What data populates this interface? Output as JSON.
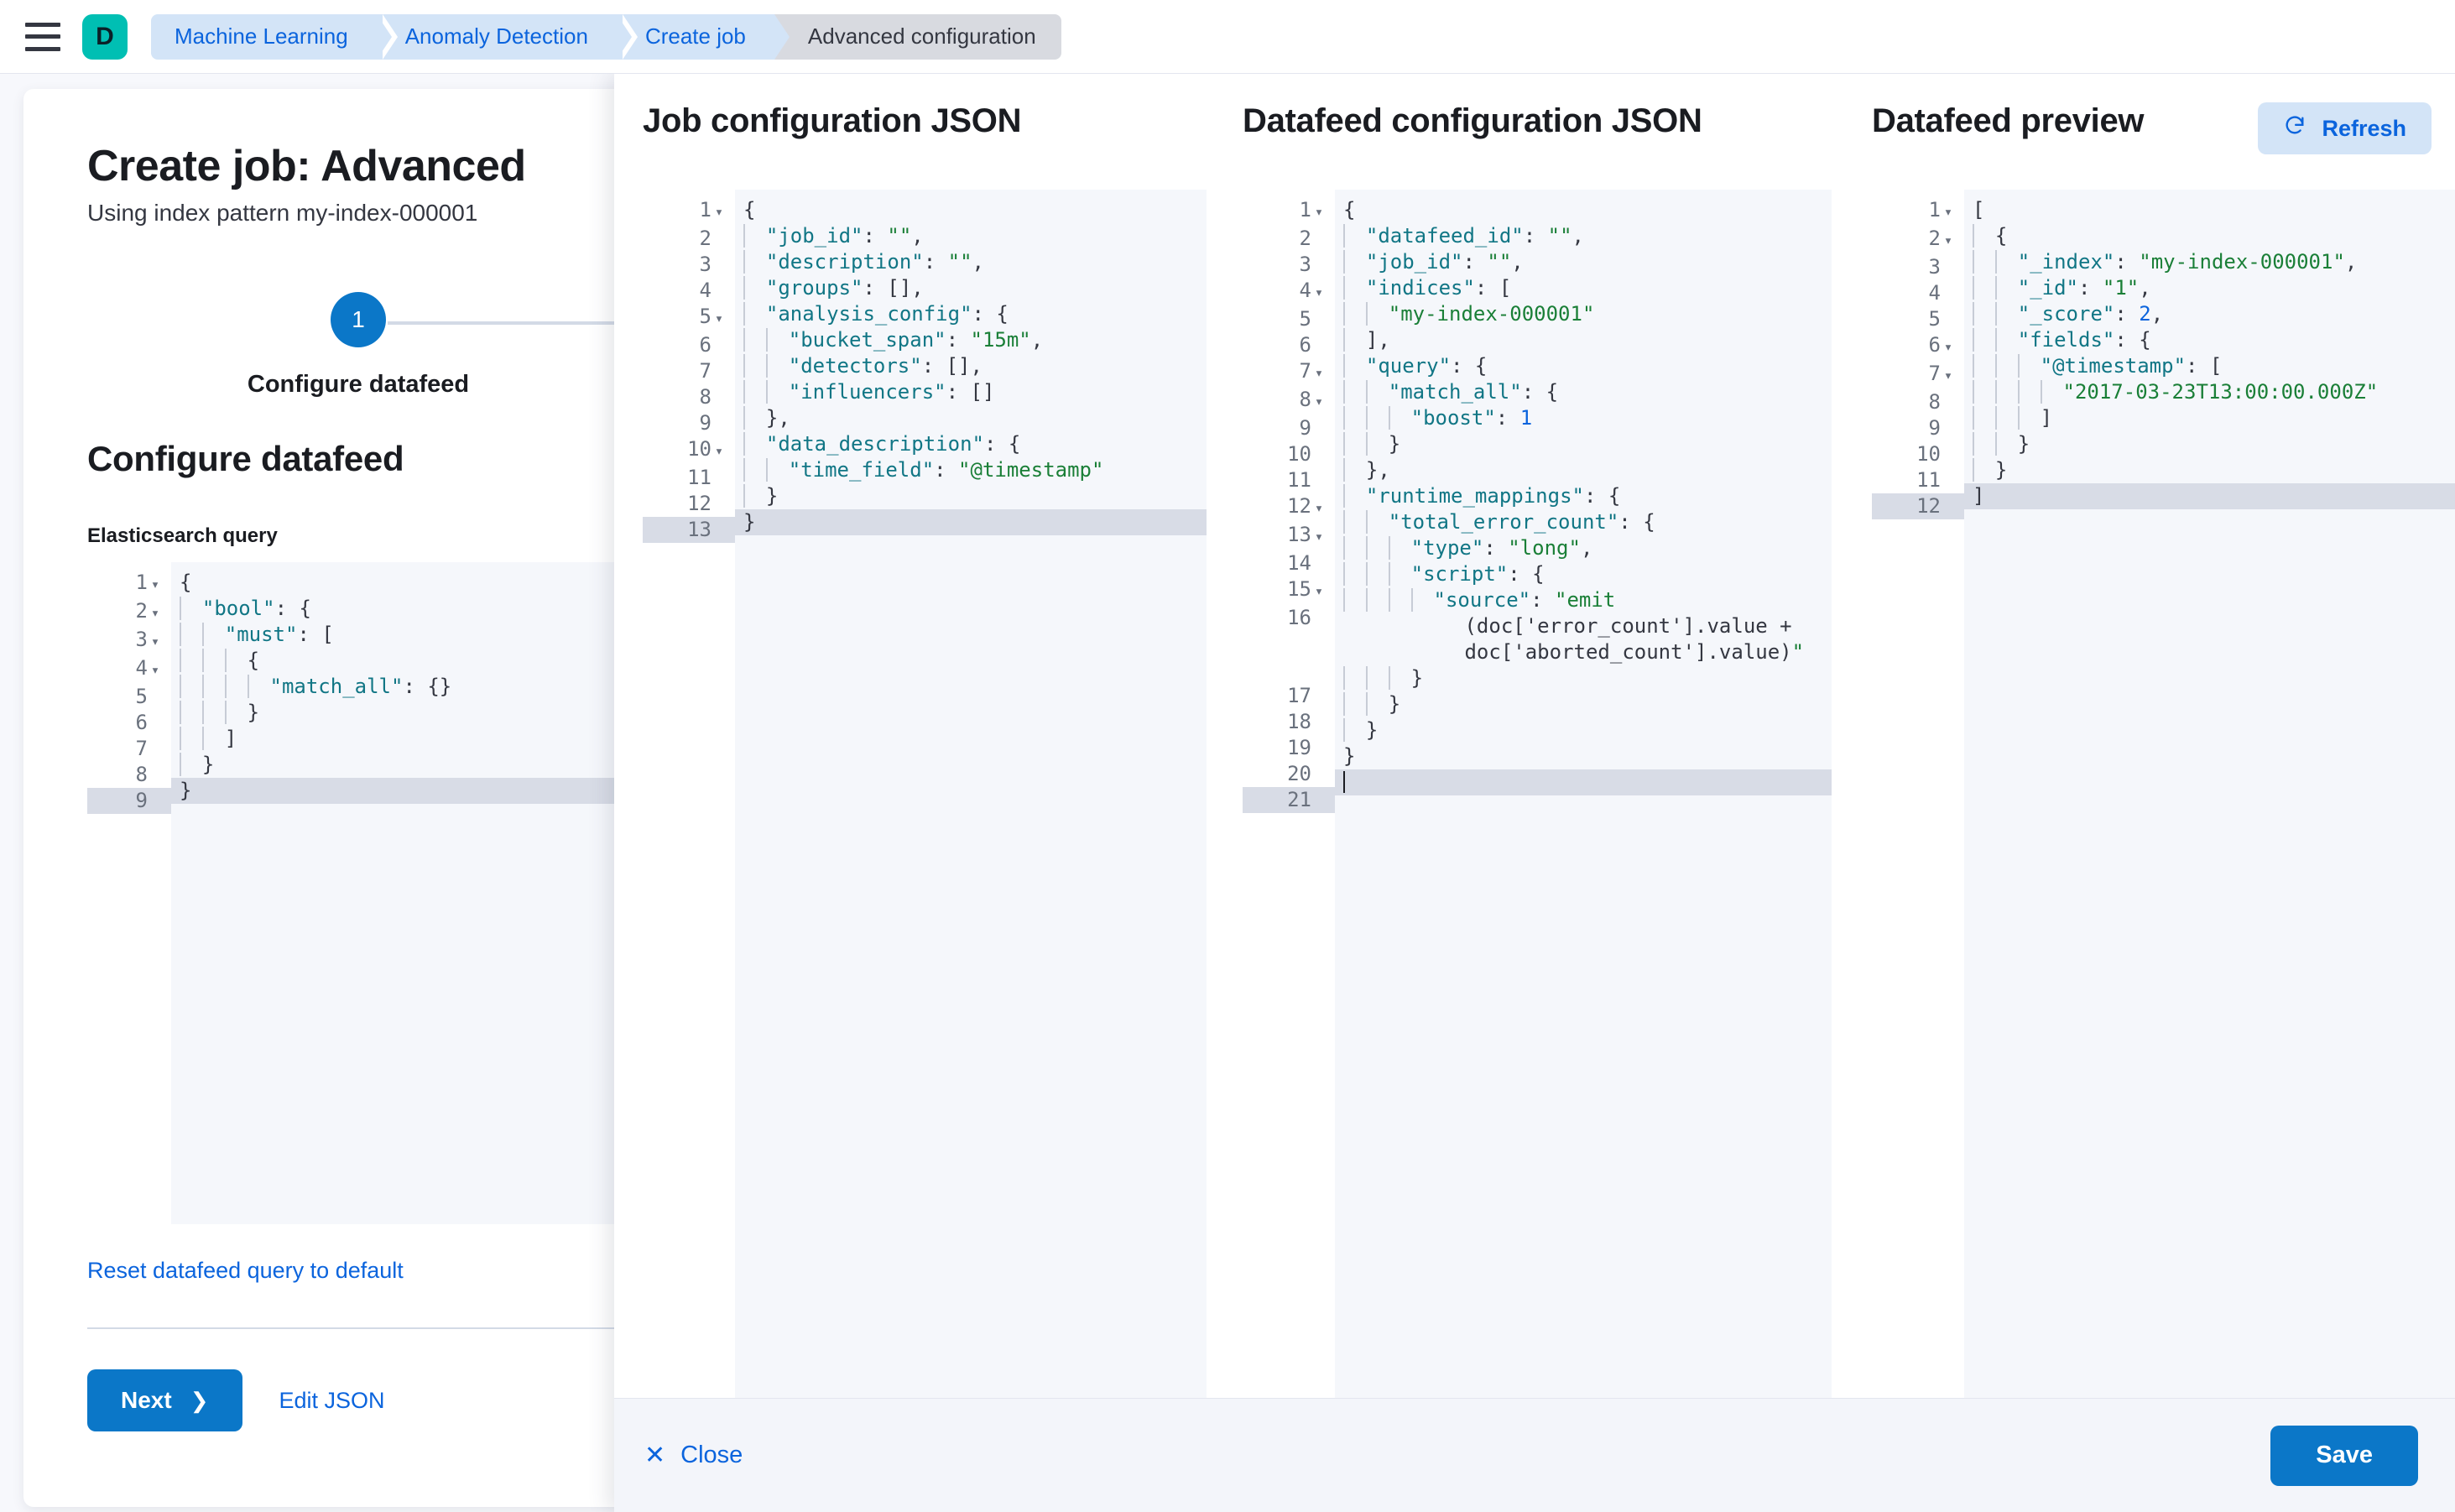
{
  "topbar": {
    "menu_icon": "hamburger-icon",
    "logo_letter": "D",
    "breadcrumbs": [
      {
        "label": "Machine Learning",
        "current": false
      },
      {
        "label": "Anomaly Detection",
        "current": false
      },
      {
        "label": "Create job",
        "current": false
      },
      {
        "label": "Advanced configuration",
        "current": true
      }
    ]
  },
  "page": {
    "title": "Create job: Advanced",
    "subtitle": "Using index pattern my-index-000001",
    "step_number": "1",
    "step_label": "Configure datafeed",
    "section_title": "Configure datafeed",
    "query_field_label": "Elasticsearch query",
    "reset_link": "Reset datafeed query to default",
    "next_label": "Next",
    "next_chevron": "chevron-right-icon",
    "edit_json_label": "Edit JSON",
    "query_lines": [
      {
        "n": "1",
        "fold": true,
        "active": false,
        "text": "{"
      },
      {
        "n": "2",
        "fold": true,
        "active": false,
        "text": "  \"bool\": {"
      },
      {
        "n": "3",
        "fold": true,
        "active": false,
        "text": "    \"must\": ["
      },
      {
        "n": "4",
        "fold": true,
        "active": false,
        "text": "      {"
      },
      {
        "n": "5",
        "fold": false,
        "active": false,
        "text": "        \"match_all\": {}"
      },
      {
        "n": "6",
        "fold": false,
        "active": false,
        "text": "      }"
      },
      {
        "n": "7",
        "fold": false,
        "active": false,
        "text": "    ]"
      },
      {
        "n": "8",
        "fold": false,
        "active": false,
        "text": "  }"
      },
      {
        "n": "9",
        "fold": false,
        "active": true,
        "text": "}"
      }
    ]
  },
  "flyout": {
    "columns": [
      {
        "id": "job-configuration-json",
        "title": "Job configuration JSON",
        "has_refresh": false,
        "lines": [
          {
            "n": "1",
            "fold": true,
            "active": false,
            "text": "{"
          },
          {
            "n": "2",
            "fold": false,
            "active": false,
            "text": "  \"job_id\": \"\","
          },
          {
            "n": "3",
            "fold": false,
            "active": false,
            "text": "  \"description\": \"\","
          },
          {
            "n": "4",
            "fold": false,
            "active": false,
            "text": "  \"groups\": [],"
          },
          {
            "n": "5",
            "fold": true,
            "active": false,
            "text": "  \"analysis_config\": {"
          },
          {
            "n": "6",
            "fold": false,
            "active": false,
            "text": "    \"bucket_span\": \"15m\","
          },
          {
            "n": "7",
            "fold": false,
            "active": false,
            "text": "    \"detectors\": [],"
          },
          {
            "n": "8",
            "fold": false,
            "active": false,
            "text": "    \"influencers\": []"
          },
          {
            "n": "9",
            "fold": false,
            "active": false,
            "text": "  },"
          },
          {
            "n": "10",
            "fold": true,
            "active": false,
            "text": "  \"data_description\": {"
          },
          {
            "n": "11",
            "fold": false,
            "active": false,
            "text": "    \"time_field\": \"@timestamp\""
          },
          {
            "n": "12",
            "fold": false,
            "active": false,
            "text": "  }"
          },
          {
            "n": "13",
            "fold": false,
            "active": true,
            "text": "}"
          }
        ]
      },
      {
        "id": "datafeed-configuration-json",
        "title": "Datafeed configuration JSON",
        "has_refresh": false,
        "lines": [
          {
            "n": "1",
            "fold": true,
            "active": false,
            "text": "{"
          },
          {
            "n": "2",
            "fold": false,
            "active": false,
            "text": "  \"datafeed_id\": \"\","
          },
          {
            "n": "3",
            "fold": false,
            "active": false,
            "text": "  \"job_id\": \"\","
          },
          {
            "n": "4",
            "fold": true,
            "active": false,
            "text": "  \"indices\": ["
          },
          {
            "n": "5",
            "fold": false,
            "active": false,
            "text": "    \"my-index-000001\""
          },
          {
            "n": "6",
            "fold": false,
            "active": false,
            "text": "  ],"
          },
          {
            "n": "7",
            "fold": true,
            "active": false,
            "text": "  \"query\": {"
          },
          {
            "n": "8",
            "fold": true,
            "active": false,
            "text": "    \"match_all\": {"
          },
          {
            "n": "9",
            "fold": false,
            "active": false,
            "text": "      \"boost\": 1"
          },
          {
            "n": "10",
            "fold": false,
            "active": false,
            "text": "    }"
          },
          {
            "n": "11",
            "fold": false,
            "active": false,
            "text": "  },"
          },
          {
            "n": "12",
            "fold": true,
            "active": false,
            "text": "  \"runtime_mappings\": {"
          },
          {
            "n": "13",
            "fold": true,
            "active": false,
            "text": "    \"total_error_count\": {"
          },
          {
            "n": "14",
            "fold": false,
            "active": false,
            "text": "      \"type\": \"long\","
          },
          {
            "n": "15",
            "fold": true,
            "active": false,
            "text": "      \"script\": {"
          },
          {
            "n": "16",
            "fold": false,
            "active": false,
            "text": "        \"source\": \"emit(doc['error_count'].value + doc['aborted_count'].value)\""
          },
          {
            "n": "17",
            "fold": false,
            "active": false,
            "text": "      }"
          },
          {
            "n": "18",
            "fold": false,
            "active": false,
            "text": "    }"
          },
          {
            "n": "19",
            "fold": false,
            "active": false,
            "text": "  }"
          },
          {
            "n": "20",
            "fold": false,
            "active": false,
            "text": "}"
          },
          {
            "n": "21",
            "fold": false,
            "active": true,
            "text": ""
          }
        ]
      },
      {
        "id": "datafeed-preview",
        "title": "Datafeed preview",
        "has_refresh": true,
        "refresh_label": "Refresh",
        "refresh_icon": "refresh-icon",
        "lines": [
          {
            "n": "1",
            "fold": true,
            "active": false,
            "text": "["
          },
          {
            "n": "2",
            "fold": true,
            "active": false,
            "text": "  {"
          },
          {
            "n": "3",
            "fold": false,
            "active": false,
            "text": "    \"_index\": \"my-index-000001\","
          },
          {
            "n": "4",
            "fold": false,
            "active": false,
            "text": "    \"_id\": \"1\","
          },
          {
            "n": "5",
            "fold": false,
            "active": false,
            "text": "    \"_score\": 2,"
          },
          {
            "n": "6",
            "fold": true,
            "active": false,
            "text": "    \"fields\": {"
          },
          {
            "n": "7",
            "fold": true,
            "active": false,
            "text": "      \"@timestamp\": ["
          },
          {
            "n": "8",
            "fold": false,
            "active": false,
            "text": "        \"2017-03-23T13:00:00.000Z\""
          },
          {
            "n": "9",
            "fold": false,
            "active": false,
            "text": "      ]"
          },
          {
            "n": "10",
            "fold": false,
            "active": false,
            "text": "    }"
          },
          {
            "n": "11",
            "fold": false,
            "active": false,
            "text": "  }"
          },
          {
            "n": "12",
            "fold": false,
            "active": true,
            "text": "]"
          }
        ]
      }
    ],
    "footer": {
      "close_label": "Close",
      "close_icon": "close-icon",
      "save_label": "Save"
    }
  },
  "colors": {
    "accent_blue": "#0b77c8",
    "link_blue": "#0b64dd",
    "brand_teal": "#00bfb3",
    "json_key": "#117685",
    "json_string": "#1a7f37",
    "editor_bg": "#f5f7fb",
    "active_line": "#d8dce6"
  }
}
